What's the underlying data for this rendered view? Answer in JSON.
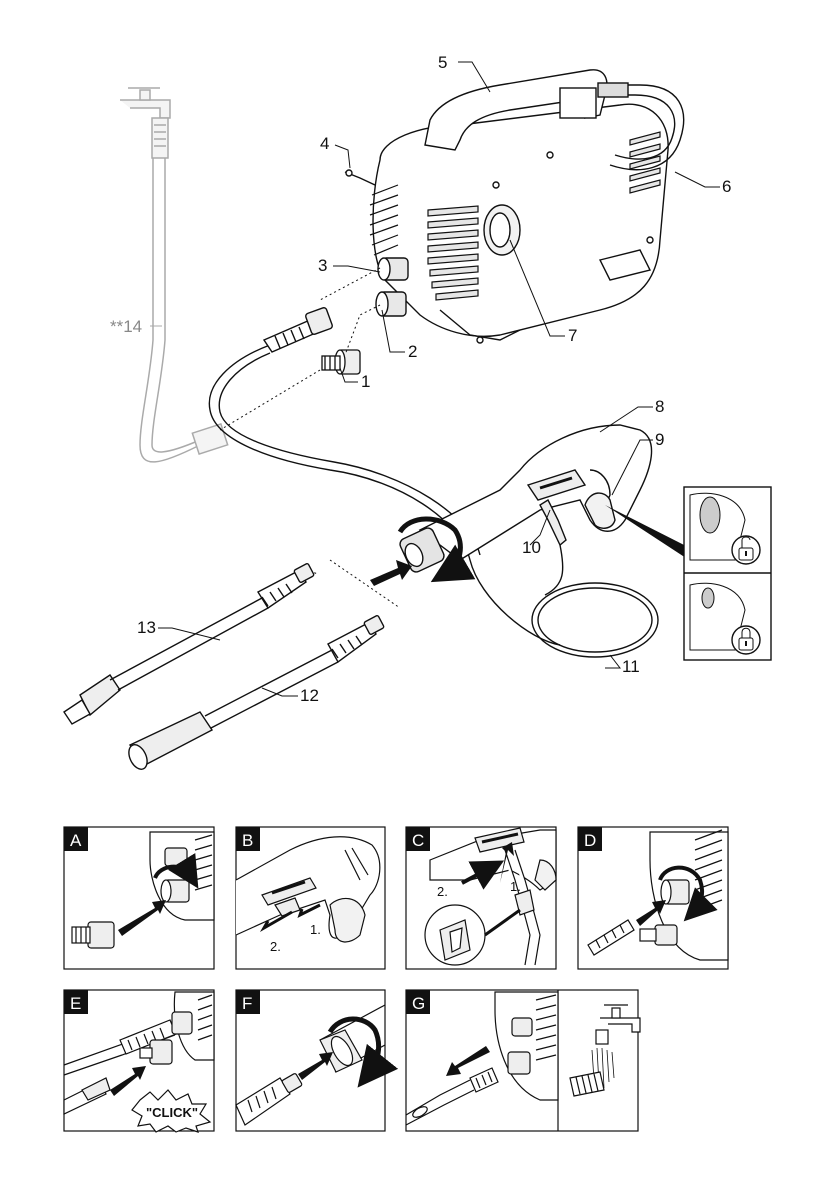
{
  "callouts": {
    "c1": "1",
    "c2": "2",
    "c3": "3",
    "c4": "4",
    "c5": "5",
    "c6": "6",
    "c7": "7",
    "c8": "8",
    "c9": "9",
    "c10": "10",
    "c11": "11",
    "c12": "12",
    "c13": "13",
    "c14": "**14"
  },
  "panels": {
    "A": {
      "letter": "A"
    },
    "B": {
      "letter": "B",
      "step1": "1.",
      "step2": "2."
    },
    "C": {
      "letter": "C",
      "step1": "1.",
      "step2": "2."
    },
    "D": {
      "letter": "D"
    },
    "E": {
      "letter": "E",
      "click_text": "\"CLICK\""
    },
    "F": {
      "letter": "F"
    },
    "G": {
      "letter": "G"
    }
  },
  "icons": [
    "lock-open-icon",
    "lock-closed-icon",
    "water-tap-icon",
    "rotate-arrow-icon",
    "push-arrow-icon"
  ]
}
